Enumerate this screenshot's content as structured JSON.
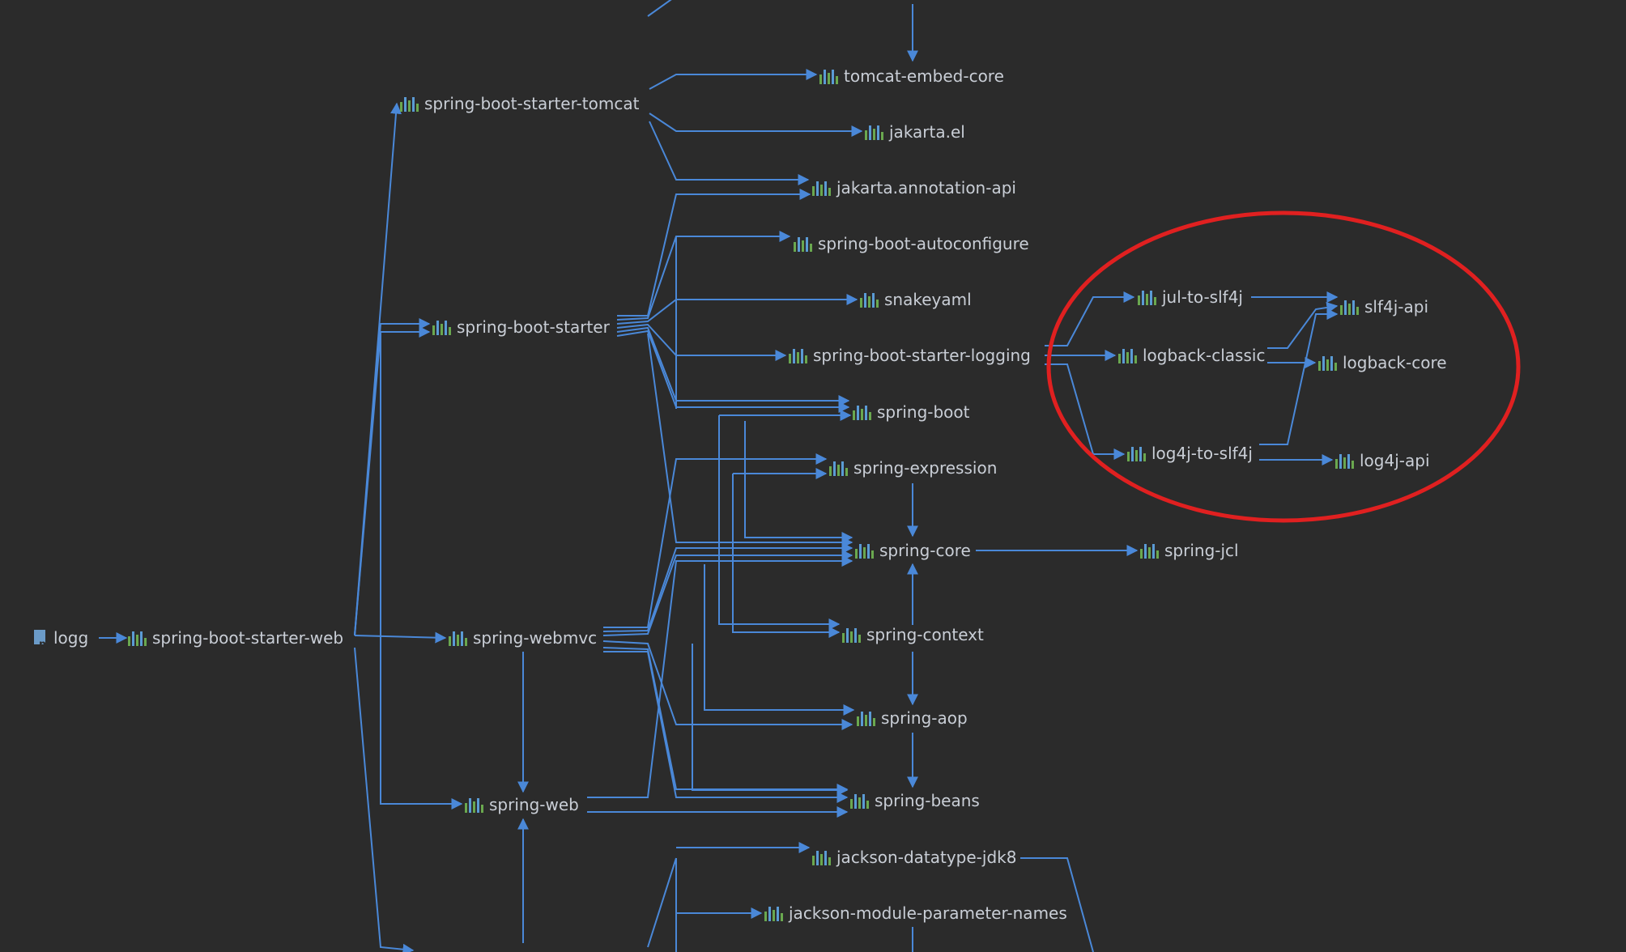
{
  "diagram": {
    "colors": {
      "background": "#2b2b2b",
      "edge": "#4a88d8",
      "text": "#c9ced6",
      "highlight": "#e02020"
    },
    "root": {
      "label": "logg",
      "icon": "maven-module-icon"
    },
    "nodes": {
      "spring_boot_starter_web": "spring-boot-starter-web",
      "spring_boot_starter_tomcat": "spring-boot-starter-tomcat",
      "spring_boot_starter": "spring-boot-starter",
      "spring_webmvc": "spring-webmvc",
      "spring_web": "spring-web",
      "tomcat_embed_core": "tomcat-embed-core",
      "jakarta_el": "jakarta.el",
      "jakarta_annotation_api": "jakarta.annotation-api",
      "spring_boot_autoconfigure": "spring-boot-autoconfigure",
      "snakeyaml": "snakeyaml",
      "spring_boot_starter_logging": "spring-boot-starter-logging",
      "spring_boot": "spring-boot",
      "spring_expression": "spring-expression",
      "spring_core": "spring-core",
      "spring_context": "spring-context",
      "spring_aop": "spring-aop",
      "spring_beans": "spring-beans",
      "jackson_datatype_jdk8": "jackson-datatype-jdk8",
      "jackson_module_parameter_names": "jackson-module-parameter-names",
      "jul_to_slf4j": "jul-to-slf4j",
      "logback_classic": "logback-classic",
      "log4j_to_slf4j": "log4j-to-slf4j",
      "slf4j_api": "slf4j-api",
      "logback_core": "logback-core",
      "log4j_api": "log4j-api",
      "spring_jcl": "spring-jcl"
    },
    "library_icon": "maven-library-icon"
  }
}
